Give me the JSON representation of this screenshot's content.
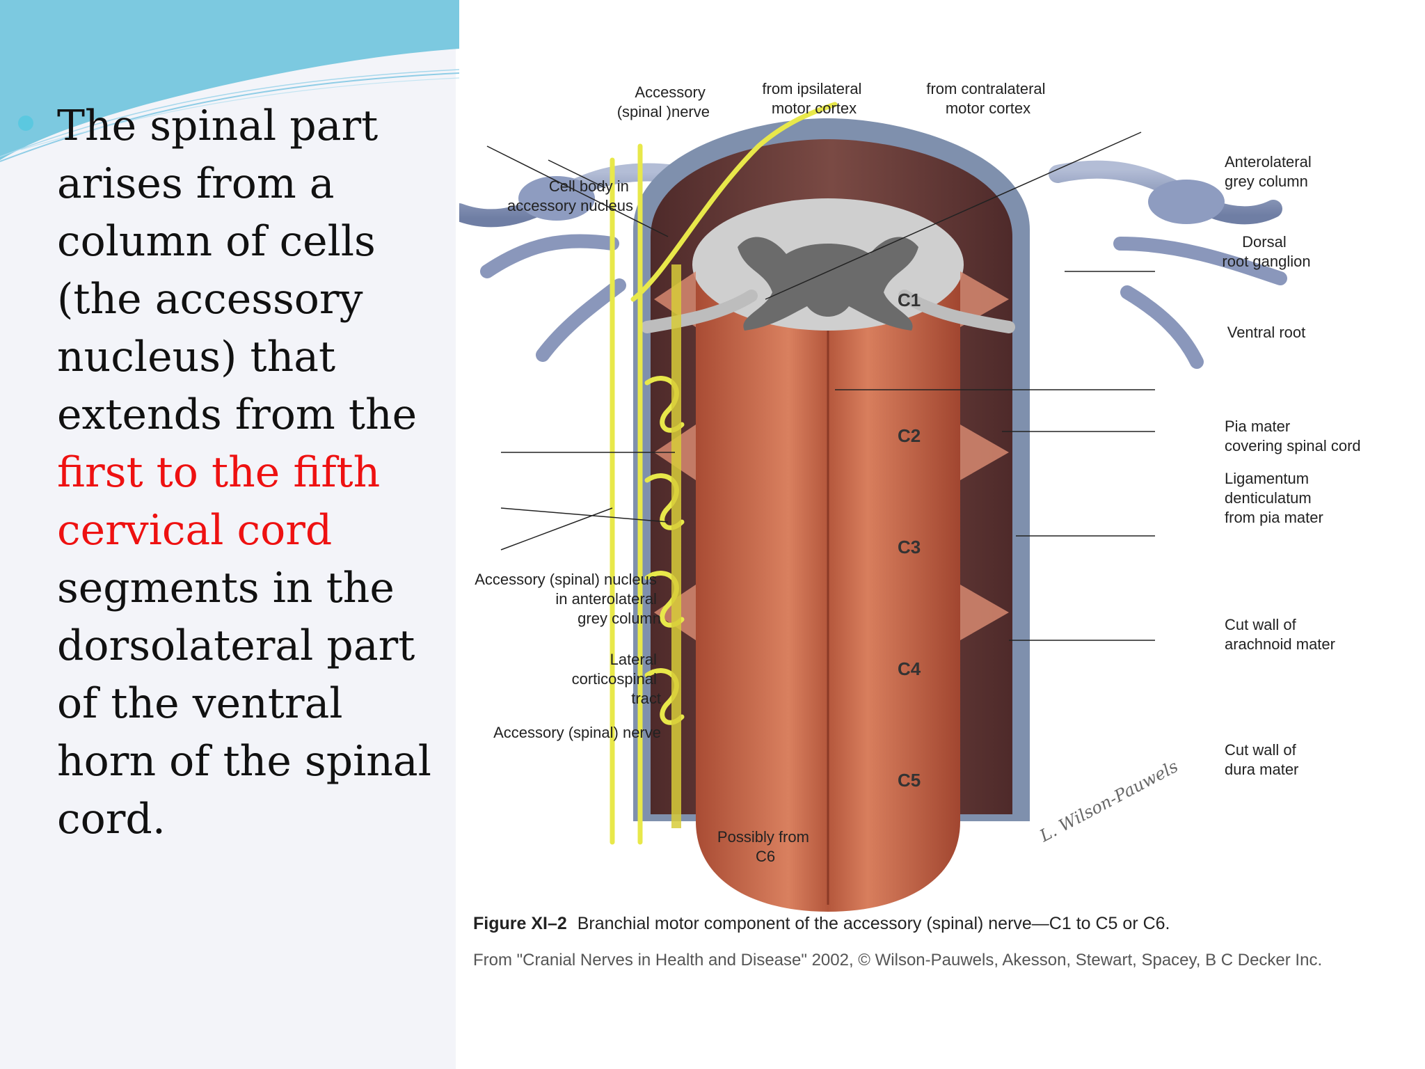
{
  "slide": {
    "bullet": {
      "part1": "The spinal part arises from a column of cells (the accessory nucleus) that extends from the",
      "highlight": "first to the fifth cervical cord",
      "part2": "segments in the dorsolateral part of the ventral horn of the spinal cord."
    },
    "colors": {
      "highlight": "#ee1111",
      "accent": "#5bc8e0",
      "nerve": "#e8e84a",
      "cord": "#c8674a",
      "dura": "#7f90ad"
    }
  },
  "figure": {
    "labels": {
      "accessory_spinal_nerve_top_1": "Accessory",
      "accessory_spinal_nerve_top_2": "(spinal )nerve",
      "ipsilateral_1": "from ipsilateral",
      "ipsilateral_2": "motor cortex",
      "contralateral_1": "from contralateral",
      "contralateral_2": "motor cortex",
      "cell_body_1": "Cell body in",
      "cell_body_2": "accessory nucleus",
      "anterolateral_1": "Anterolateral",
      "anterolateral_2": "grey column",
      "dorsal_1": "Dorsal",
      "dorsal_2": "root ganglion",
      "ventral_root": "Ventral root",
      "pia_1": "Pia mater",
      "pia_2": "covering spinal cord",
      "ligamentum_1": "Ligamentum",
      "ligamentum_2": "denticulatum",
      "ligamentum_3": "from pia mater",
      "nucleus_1": "Accessory (spinal) nucleus",
      "nucleus_2": "in anterolateral",
      "nucleus_3": "grey column",
      "lateral_1": "Lateral",
      "lateral_2": "corticospinal",
      "lateral_3": "tract",
      "accessory_nerve_lower": "Accessory (spinal) nerve",
      "arachnoid_1": "Cut wall of",
      "arachnoid_2": "arachnoid mater",
      "dura_1": "Cut wall of",
      "dura_2": "dura mater",
      "possibly_1": "Possibly from",
      "possibly_2": "C6"
    },
    "segments": [
      "C1",
      "C2",
      "C3",
      "C4",
      "C5"
    ],
    "caption_bold": "Figure XI–2",
    "caption": "Branchial motor component of the accessory (spinal) nerve—C1 to C5 or C6.",
    "credit": "From \"Cranial Nerves in Health and Disease\" 2002, © Wilson-Pauwels, Akesson, Stewart, Spacey, B C Decker Inc.",
    "signature": "L. Wilson-Pauwels"
  }
}
